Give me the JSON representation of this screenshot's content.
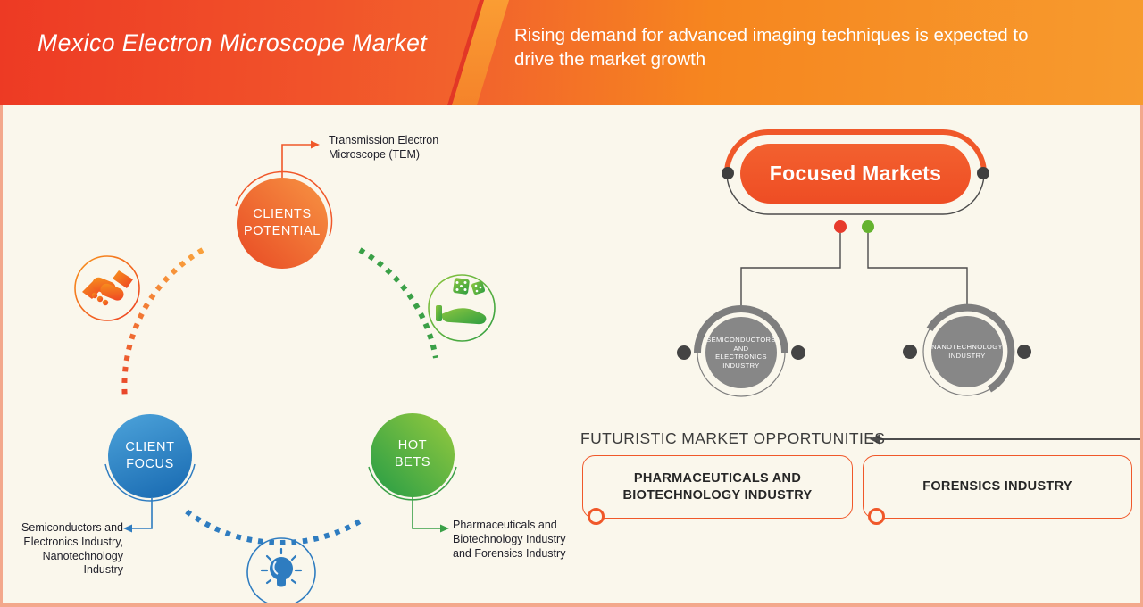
{
  "header": {
    "title": "Mexico Electron Microscope Market",
    "subtitle": "Rising demand for advanced imaging techniques is expected to\ndrive the market growth"
  },
  "cycle": {
    "clients_potential": {
      "label": "CLIENTS\nPOTENTIAL",
      "annotation": "Transmission Electron\nMicroscope (TEM)"
    },
    "client_focus": {
      "label": "CLIENT\nFOCUS",
      "annotation": "Semiconductors and\nElectronics Industry,\nNanotechnology\nIndustry"
    },
    "hot_bets": {
      "label": "HOT\nBETS",
      "annotation": "Pharmaceuticals and\nBiotechnology Industry\nand Forensics Industry"
    }
  },
  "focused_markets": {
    "title": "Focused Markets",
    "markets": [
      {
        "label": "SEMICONDUCTORS\nAND\nELECTRONICS\nINDUSTRY",
        "marker_color": "#e73b2c"
      },
      {
        "label": "NANOTECHNOLOGY\nINDUSTRY",
        "marker_color": "#64b32f"
      }
    ]
  },
  "opportunities": {
    "heading": "FUTURISTIC MARKET OPPORTUNITIES",
    "items": [
      {
        "label": "PHARMACEUTICALS AND\nBIOTECHNOLOGY INDUSTRY"
      },
      {
        "label": "FORENSICS INDUSTRY"
      }
    ]
  },
  "colors": {
    "accent_orange": "#f0582a",
    "accent_blue": "#2e7cc0",
    "accent_green": "#3aa047",
    "neutral_gray": "#7e7e7e",
    "dark_gray": "#4c4c4c",
    "background": "#faf7ec",
    "frame": "#f3a88c"
  }
}
